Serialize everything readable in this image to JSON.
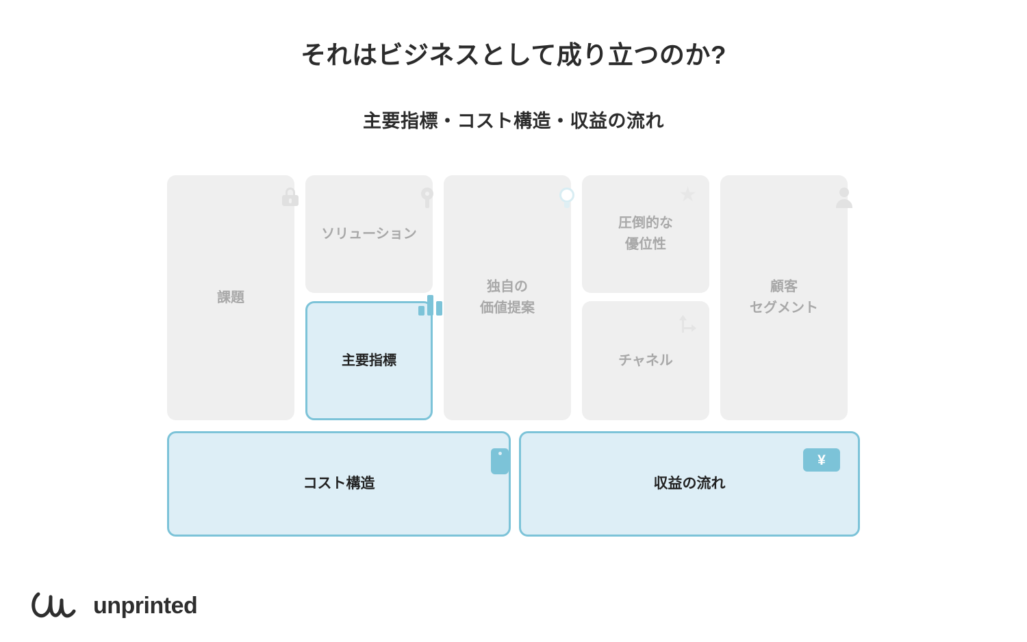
{
  "slide": {
    "title": "それはビジネスとして成り立つのか?",
    "subtitle": "主要指標・コスト構造・収益の流れ"
  },
  "colors": {
    "accent_teal": "#7cc3d8",
    "highlight_fill": "#ddeef6",
    "card_gray": "#efefef",
    "muted_text": "#a8a8a8",
    "dark_text": "#222222"
  },
  "canvas": {
    "cards": [
      {
        "id": "problem",
        "label": "課題",
        "icon": "lock-icon",
        "highlighted": false
      },
      {
        "id": "solution",
        "label": "ソリューション",
        "icon": "key-icon",
        "highlighted": false
      },
      {
        "id": "metrics",
        "label": "主要指標",
        "icon": "bar-chart-icon",
        "highlighted": true
      },
      {
        "id": "uvp",
        "label": "独自の\n価値提案",
        "icon": "lightbulb-icon",
        "highlighted": false
      },
      {
        "id": "advantage",
        "label": "圧倒的な\n優位性",
        "icon": "star-icon",
        "highlighted": false
      },
      {
        "id": "channels",
        "label": "チャネル",
        "icon": "channel-arrows-icon",
        "highlighted": false
      },
      {
        "id": "customers",
        "label": "顧客\nセグメント",
        "icon": "person-icon",
        "highlighted": false
      },
      {
        "id": "cost",
        "label": "コスト構造",
        "icon": "price-tag-icon",
        "highlighted": true
      },
      {
        "id": "revenue",
        "label": "収益の流れ",
        "icon": "yen-badge-icon",
        "highlighted": true
      }
    ]
  },
  "footer": {
    "logo_text": "unprinted",
    "yen_symbol": "¥",
    "star_symbol": "★"
  }
}
